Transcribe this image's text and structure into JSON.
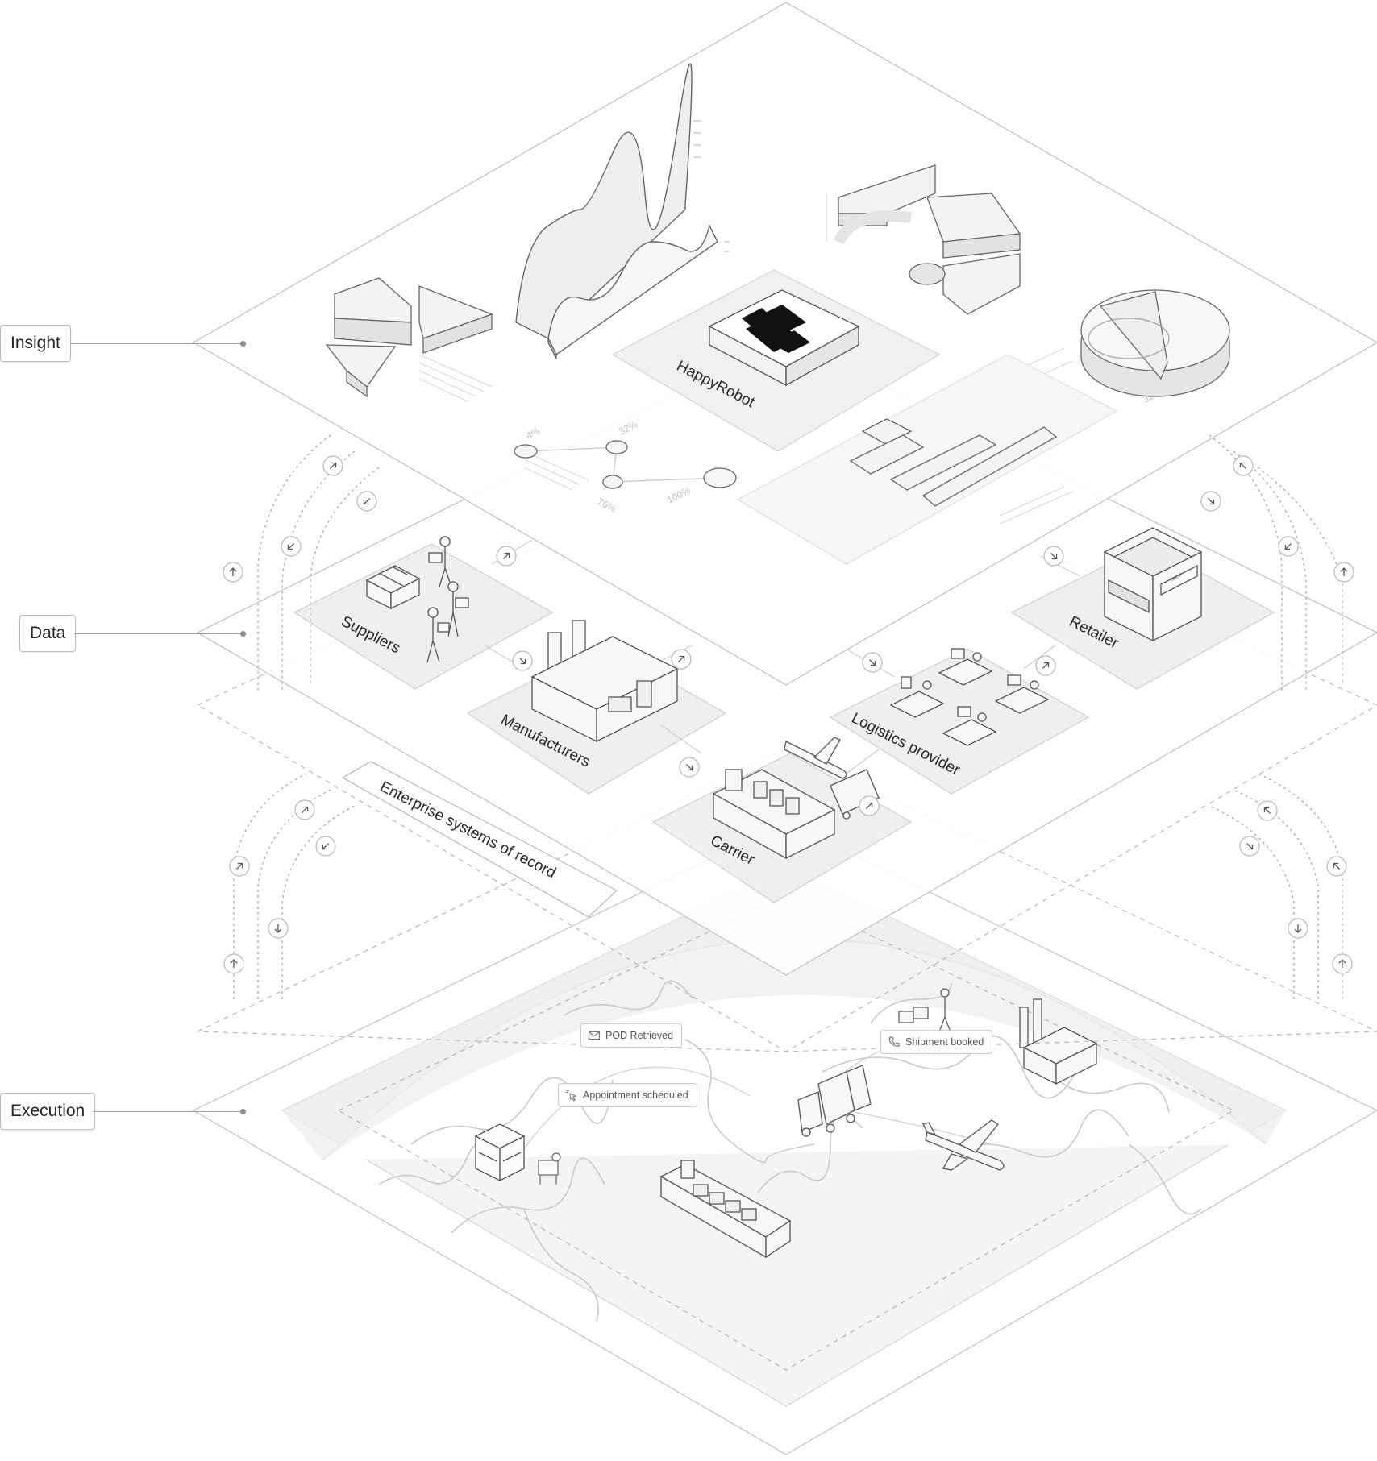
{
  "layers": {
    "insight": {
      "label": "Insight"
    },
    "data": {
      "label": "Data"
    },
    "execution": {
      "label": "Execution"
    }
  },
  "insight_layer": {
    "brand": "HappyRobot",
    "percent_labels": [
      "4%",
      "32%",
      "76%",
      "100%",
      "32%"
    ]
  },
  "data_layer": {
    "nodes": [
      "Suppliers",
      "Manufacturers",
      "Carrier",
      "Logistics provider",
      "Retailer"
    ],
    "systems_bar": "Enterprise systems of record"
  },
  "execution_layer": {
    "tags": {
      "pod": "POD Retrieved",
      "appointment": "Appointment scheduled",
      "shipment": "Shipment booked"
    },
    "shop_sign": "SHOP"
  },
  "icons": [
    "mail-icon",
    "cursor-click-icon",
    "phone-icon",
    "arrow-up-icon",
    "arrow-down-icon"
  ],
  "colors": {
    "line": "#bdbdbd",
    "tile": "#f1f1f1",
    "ink": "#2a2a2a",
    "logo": "#111111"
  }
}
